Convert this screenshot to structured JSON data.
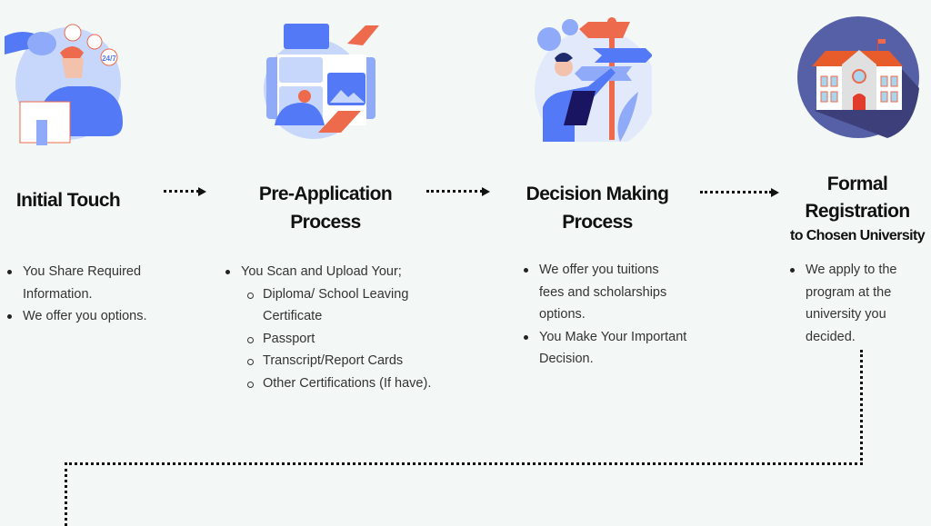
{
  "steps": [
    {
      "title": "Initial Touch",
      "bullets": [
        "You Share Required Information.",
        "We offer you options."
      ]
    },
    {
      "title_lines": [
        "Pre-Application",
        "Process"
      ],
      "bullets": [
        "You Scan and Upload Your;"
      ],
      "sub_bullets": [
        "Diploma/ School Leaving Certificate",
        "Passport",
        "Transcript/Report Cards",
        "Other Certifications (If have)."
      ]
    },
    {
      "title_lines": [
        "Decision Making",
        "Process"
      ],
      "bullets": [
        "We offer you tuitions fees and scholarships options.",
        "You Make Your Important Decision."
      ]
    },
    {
      "title_lines": [
        "Formal",
        "Registration"
      ],
      "subtitle": "to Chosen University",
      "bullets": [
        "We apply to the program at the university you decided."
      ]
    }
  ],
  "illustration_text": {
    "support_badge": "24/7"
  },
  "colors": {
    "background": "#f3f8f6",
    "blue": "#5479f7",
    "orange": "#ee6a4c",
    "navy": "#3d3f7a"
  }
}
